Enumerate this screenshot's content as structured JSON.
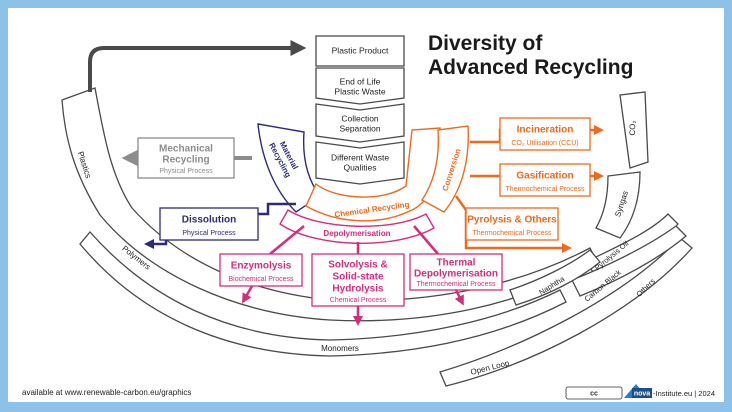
{
  "title": {
    "line1": "Diversity of",
    "line2": "Advanced Recycling"
  },
  "colors": {
    "grey": "#8c8c8c",
    "dark": "#4a4a4a",
    "navy": "#2e2a7a",
    "orange": "#ee6a1c",
    "pink": "#d42d7e",
    "background": "#8ec1e8"
  },
  "stack": {
    "product": "Plastic Product",
    "eol_1": "End of Life",
    "eol_2": "Plastic Waste",
    "collection_1": "Collection",
    "collection_2": "Separation",
    "waste_1": "Different Waste",
    "waste_2": "Qualities"
  },
  "mechanical": {
    "title_1": "Mechanical",
    "title_2": "Recycling",
    "sub": "Physical Process"
  },
  "material": {
    "label_1": "Material",
    "label_2": "Recycling"
  },
  "chemical": {
    "label": "Chemical Recycling"
  },
  "conversion": {
    "label": "Conversion"
  },
  "depolymerisation": {
    "label": "Depolymerisation"
  },
  "incineration": {
    "title": "Incineration",
    "sub": "CO₂ Utilisation (CCU)"
  },
  "gasification": {
    "title": "Gasification",
    "sub": "Thermochemical Process"
  },
  "pyrolysis": {
    "title": "Pyrolysis & Others",
    "sub": "Thermochemical Process"
  },
  "dissolution": {
    "title": "Dissolution",
    "sub": "Physical Process"
  },
  "enzymolysis": {
    "title": "Enzymolysis",
    "sub": "Biochemical Process"
  },
  "solvolysis": {
    "title_1": "Solvolysis &",
    "title_2": "Solid-state",
    "title_3": "Hydrolysis",
    "sub": "Chemical Process"
  },
  "thermal_depoly": {
    "title_1": "Thermal",
    "title_2": "Depolymerisation",
    "sub": "Thermochemical Process"
  },
  "bands": {
    "plastics": "Plastics",
    "polymers": "Polymers",
    "monomers": "Monomers",
    "co2": "CO₂",
    "syngas": "Syngas",
    "pyrolysis_oil": "Pyrolysis Oil",
    "naphtha": "Naphtha",
    "carbon_black": "Carbon Black",
    "others": "Others",
    "open_loop": "Open Loop"
  },
  "footer": {
    "source": "available at www.renewable-carbon.eu/graphics",
    "cc": "cc",
    "nova": "nova",
    "credit": "-Institute.eu | 2024"
  }
}
